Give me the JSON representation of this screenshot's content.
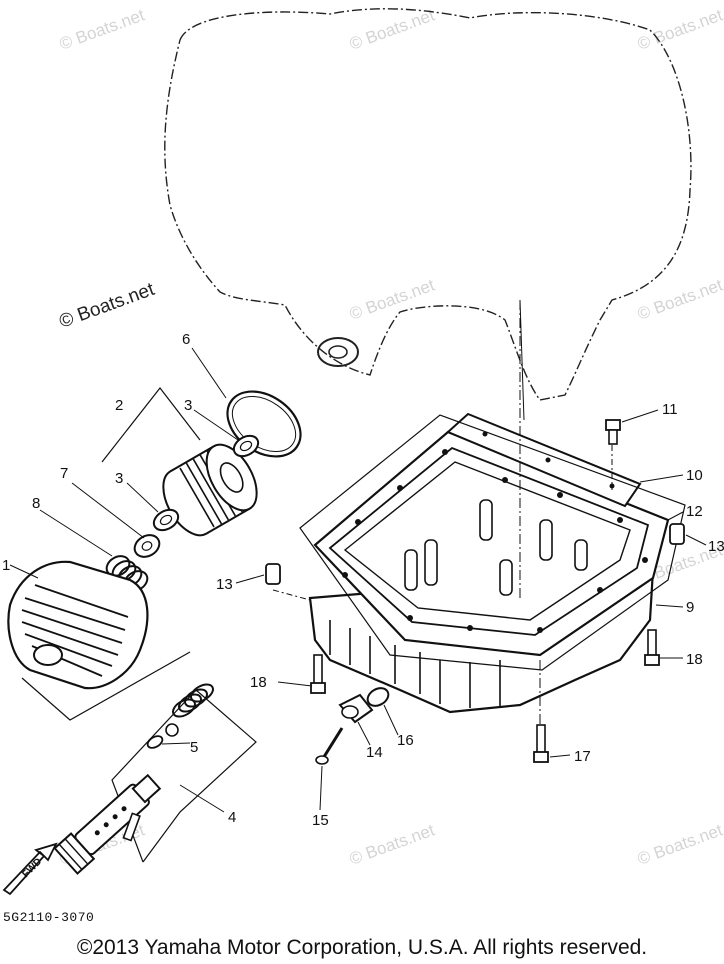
{
  "watermark": "© Boats.net",
  "callouts": {
    "c1": "1",
    "c2": "2",
    "c3a": "3",
    "c3b": "3",
    "c4": "4",
    "c5": "5",
    "c6": "6",
    "c7": "7",
    "c8": "8",
    "c9": "9",
    "c10": "10",
    "c11": "11",
    "c12": "12",
    "c13a": "13",
    "c13b": "13",
    "c14": "14",
    "c15": "15",
    "c16": "16",
    "c17": "17",
    "c18a": "18",
    "c18b": "18"
  },
  "fwd_label": "FWD",
  "diagram_code": "5G2110-3070",
  "copyright": "©2013 Yamaha Motor Corporation, U.S.A. All rights reserved."
}
